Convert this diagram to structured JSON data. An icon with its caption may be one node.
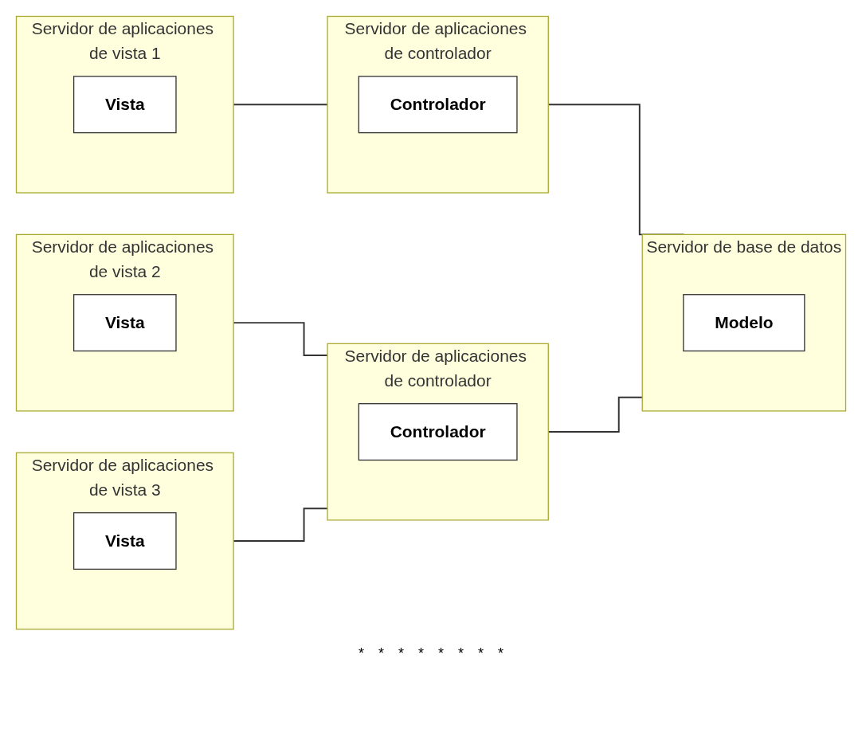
{
  "diagram": {
    "nodes": [
      {
        "text": [
          "Servidor de aplicaciones de vista 1"
        ]
      },
      {
        "text": [
          "Vista"
        ],
        "in": 0
      },
      {
        "text": [
          "Servidor de aplicaciones de controlador"
        ]
      },
      {
        "text": [
          "Controlador"
        ],
        "in": 2
      },
      {
        "text": [
          "Servidor de aplicaciones de vista 2"
        ]
      },
      {
        "text": [
          "Vista"
        ],
        "in": 4
      },
      {
        "text": [
          "Servidor de base de datos"
        ]
      },
      {
        "text": [
          "Modelo"
        ],
        "in": 6
      },
      {
        "text": [
          "Servidor de aplicaciones de controlador"
        ]
      },
      {
        "text": [
          "Controlador"
        ],
        "in": 8
      },
      {
        "text": [
          "Servidor de aplicaciones de vista 3"
        ]
      },
      {
        "text": [
          "Vista"
        ],
        "in": 10
      }
    ],
    "edges": [
      {
        "from": 0,
        "to": 2,
        "arrow": "none"
      },
      {
        "from": 4,
        "to": 8,
        "arrow": "none"
      },
      {
        "from": 10,
        "to": 8,
        "arrow": "none"
      },
      {
        "from": 2,
        "to": 6,
        "arrow": "none"
      },
      {
        "from": 8,
        "to": 6,
        "arrow": "none"
      }
    ],
    "labels": [
      "*",
      "*",
      "*",
      "*",
      "*",
      "*",
      "*",
      "*"
    ]
  }
}
